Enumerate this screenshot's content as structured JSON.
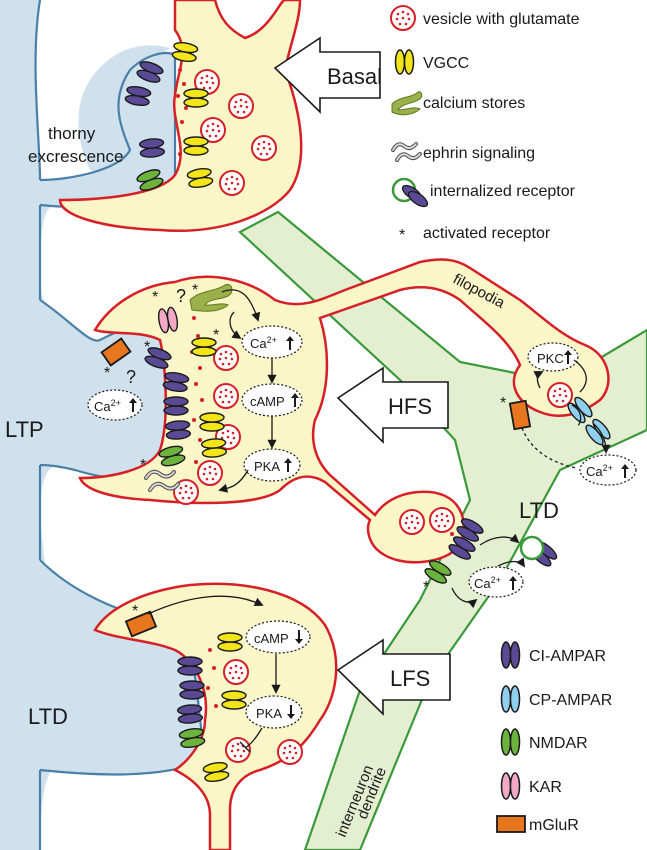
{
  "colors": {
    "dendrite_blue": "#cfe1ec",
    "dendrite_stroke": "#4a7fa8",
    "bouton_fill": "#fbf6c8",
    "bouton_stroke": "#d61f26",
    "interneuron_fill": "#e4efd2",
    "interneuron_stroke": "#3a9a3a",
    "vesicle_red": "#d61f26",
    "vgcc": "#f2e61a",
    "cl_ampar": "#5a4a96",
    "cp_ampar": "#8fd0ee",
    "nmdar": "#6cb33e",
    "kar": "#f2a9c4",
    "mglur": "#e8761e",
    "calcium_store": "#9bb04a"
  },
  "legend": {
    "vesicle": "vesicle with glutamate",
    "vgcc": "VGCC",
    "calcium_stores": "calcium stores",
    "ephrin": "ephrin signaling",
    "internalized": "internalized receptor",
    "activated_symbol": "*",
    "activated": "activated receptor",
    "cl_ampar": "CI-AMPAR",
    "cp_ampar": "CP-AMPAR",
    "nmdar": "NMDAR",
    "kar": "KAR",
    "mglur": "mGluR"
  },
  "labels": {
    "thorny": "thorny",
    "excrescence": "excrescence",
    "ltp": "LTP",
    "ltd_left": "LTD",
    "ltd_right": "LTD",
    "filopodia": "filopodia",
    "interneuron_line1": "interneuron",
    "interneuron_line2": "dendrite",
    "question": "?",
    "star": "*"
  },
  "arrows": {
    "basal": "Basal",
    "hfs": "HFS",
    "lfs": "LFS"
  },
  "signals": {
    "ca": "Ca",
    "ca_sup": "2+",
    "camp": "cAMP",
    "pka": "PKA",
    "pkc": "PKC"
  }
}
